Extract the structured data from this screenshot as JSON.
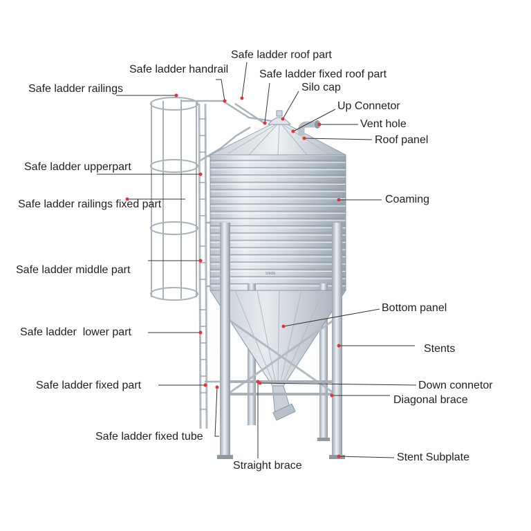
{
  "labels": {
    "roof_part": "Safe ladder roof part",
    "handrail": "Safe ladder handrail",
    "fixed_roof_part": "Safe ladder fixed roof part",
    "railings": "Safe ladder railings",
    "silo_cap": "Silo cap",
    "up_connector": "Up Connetor",
    "vent_hole": "Vent hole",
    "roof_panel": "Roof panel",
    "upper_part": "Safe ladder upperpart",
    "railings_fixed_part": "Safe ladder railings fixed part",
    "coaming": "Coaming",
    "middle_part": "Safe ladder middle part",
    "bottom_panel": "Bottom panel",
    "lower_part": "Safe ladder  lower part",
    "stents": "Stents",
    "fixed_part": "Safe ladder fixed part",
    "down_connector": "Down connetor",
    "diagonal_brace": "Diagonal brace",
    "fixed_tube": "Safe ladder fixed tube",
    "stent_subplate": "Stent Subplate",
    "straight_brace": "Straight brace",
    "body_mark": "SIMJE"
  },
  "colors": {
    "leader_line": "#333333",
    "marker_dot": "#e0343a",
    "silver_light": "#e9eef2",
    "silver_mid": "#c4ccd3",
    "silver_dark": "#8d98a3",
    "text": "#222222"
  }
}
